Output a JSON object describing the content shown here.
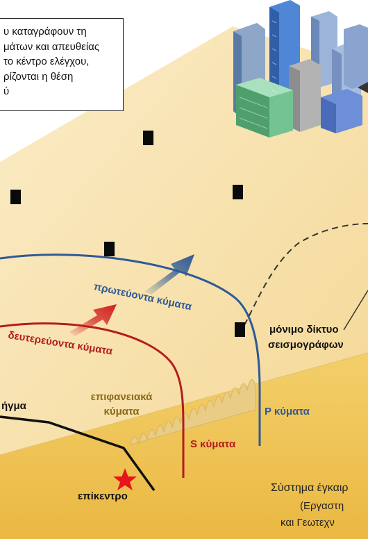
{
  "note_lines": [
    "υ καταγράφουν τη",
    "μάτων και απευθείας",
    "το κέντρο ελέγχου,",
    "ρίζονται η θέση",
    "ύ"
  ],
  "labels": {
    "primary_waves": "πρωτεύοντα κύματα",
    "secondary_waves": "δευτερεύοντα κύματα",
    "surface_waves_1": "επιφανειακά",
    "surface_waves_2": "κύματα",
    "network_1": "μόνιμο δίκτυο",
    "network_2": "σεισμογράφων",
    "p_waves": "P κύματα",
    "s_waves": "S κύματα",
    "fault": "ήγμα",
    "epicenter": "επίκεντρο"
  },
  "caption": {
    "line1": "Σύστημα έγκαιρ",
    "line2": "(Εργαστη",
    "line3": "και Γεωτεχν"
  },
  "colors": {
    "ground_top": "#f7e2b0",
    "ground_side": "#f0c85a",
    "primary_wave": "#2e5a96",
    "secondary_wave": "#b31d1d",
    "surface_wave": "#e8c97a",
    "epicenter_star": "#e8141a"
  }
}
